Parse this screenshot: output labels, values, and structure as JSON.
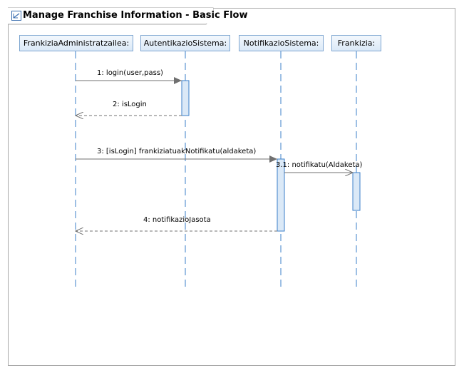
{
  "diagram": {
    "title": "Manage Franchise Information - Basic Flow",
    "frame_icon": "sequence-diagram-icon"
  },
  "lifelines": [
    {
      "id": "admin",
      "label": "FrankiziaAdministratzailea:"
    },
    {
      "id": "auth",
      "label": "AutentikazioSistema:"
    },
    {
      "id": "notif",
      "label": "NotifikazioSistema:"
    },
    {
      "id": "franchise",
      "label": "Frankizia:"
    }
  ],
  "messages": [
    {
      "label": "1: login(user,pass)",
      "from": "admin",
      "to": "auth",
      "kind": "sync"
    },
    {
      "label": "2: isLogin",
      "from": "auth",
      "to": "admin",
      "kind": "return"
    },
    {
      "label": "3: [isLogin] frankiziatuakNotifikatu(aldaketa)",
      "from": "admin",
      "to": "notif",
      "kind": "sync"
    },
    {
      "label": "3.1: notifikatu(Aldaketa)",
      "from": "notif",
      "to": "franchise",
      "kind": "async"
    },
    {
      "label": "4: notifikazioJasota",
      "from": "notif",
      "to": "admin",
      "kind": "return"
    }
  ],
  "colors": {
    "lifeline": "#3b7fc8",
    "head_border": "#7ea6d1",
    "activation_fill": "#dbe9f7",
    "arrow": "#707070"
  }
}
